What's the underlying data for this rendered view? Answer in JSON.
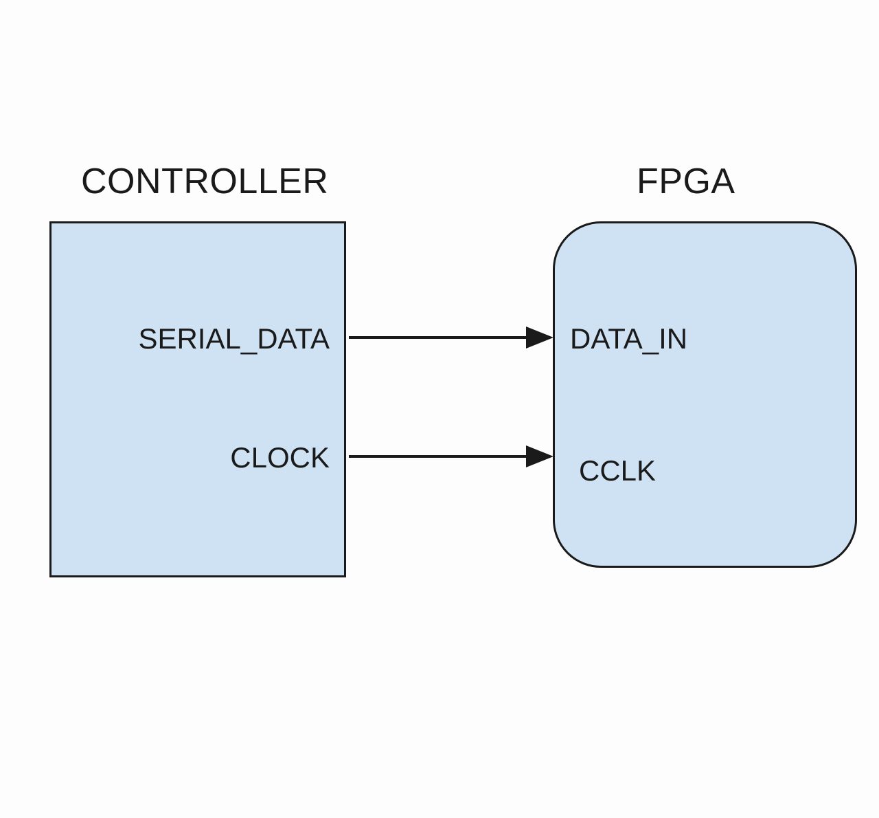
{
  "blocks": {
    "controller": {
      "title": "CONTROLLER",
      "ports": [
        "SERIAL_DATA",
        "CLOCK"
      ]
    },
    "fpga": {
      "title": "FPGA",
      "ports": [
        "DATA_IN",
        "CCLK"
      ]
    }
  },
  "connections": [
    {
      "from": "SERIAL_DATA",
      "to": "DATA_IN"
    },
    {
      "from": "CLOCK",
      "to": "CCLK"
    }
  ],
  "colors": {
    "block_fill": "#cfe2f3",
    "stroke": "#1a1a1a",
    "background": "#fdfdfd"
  }
}
